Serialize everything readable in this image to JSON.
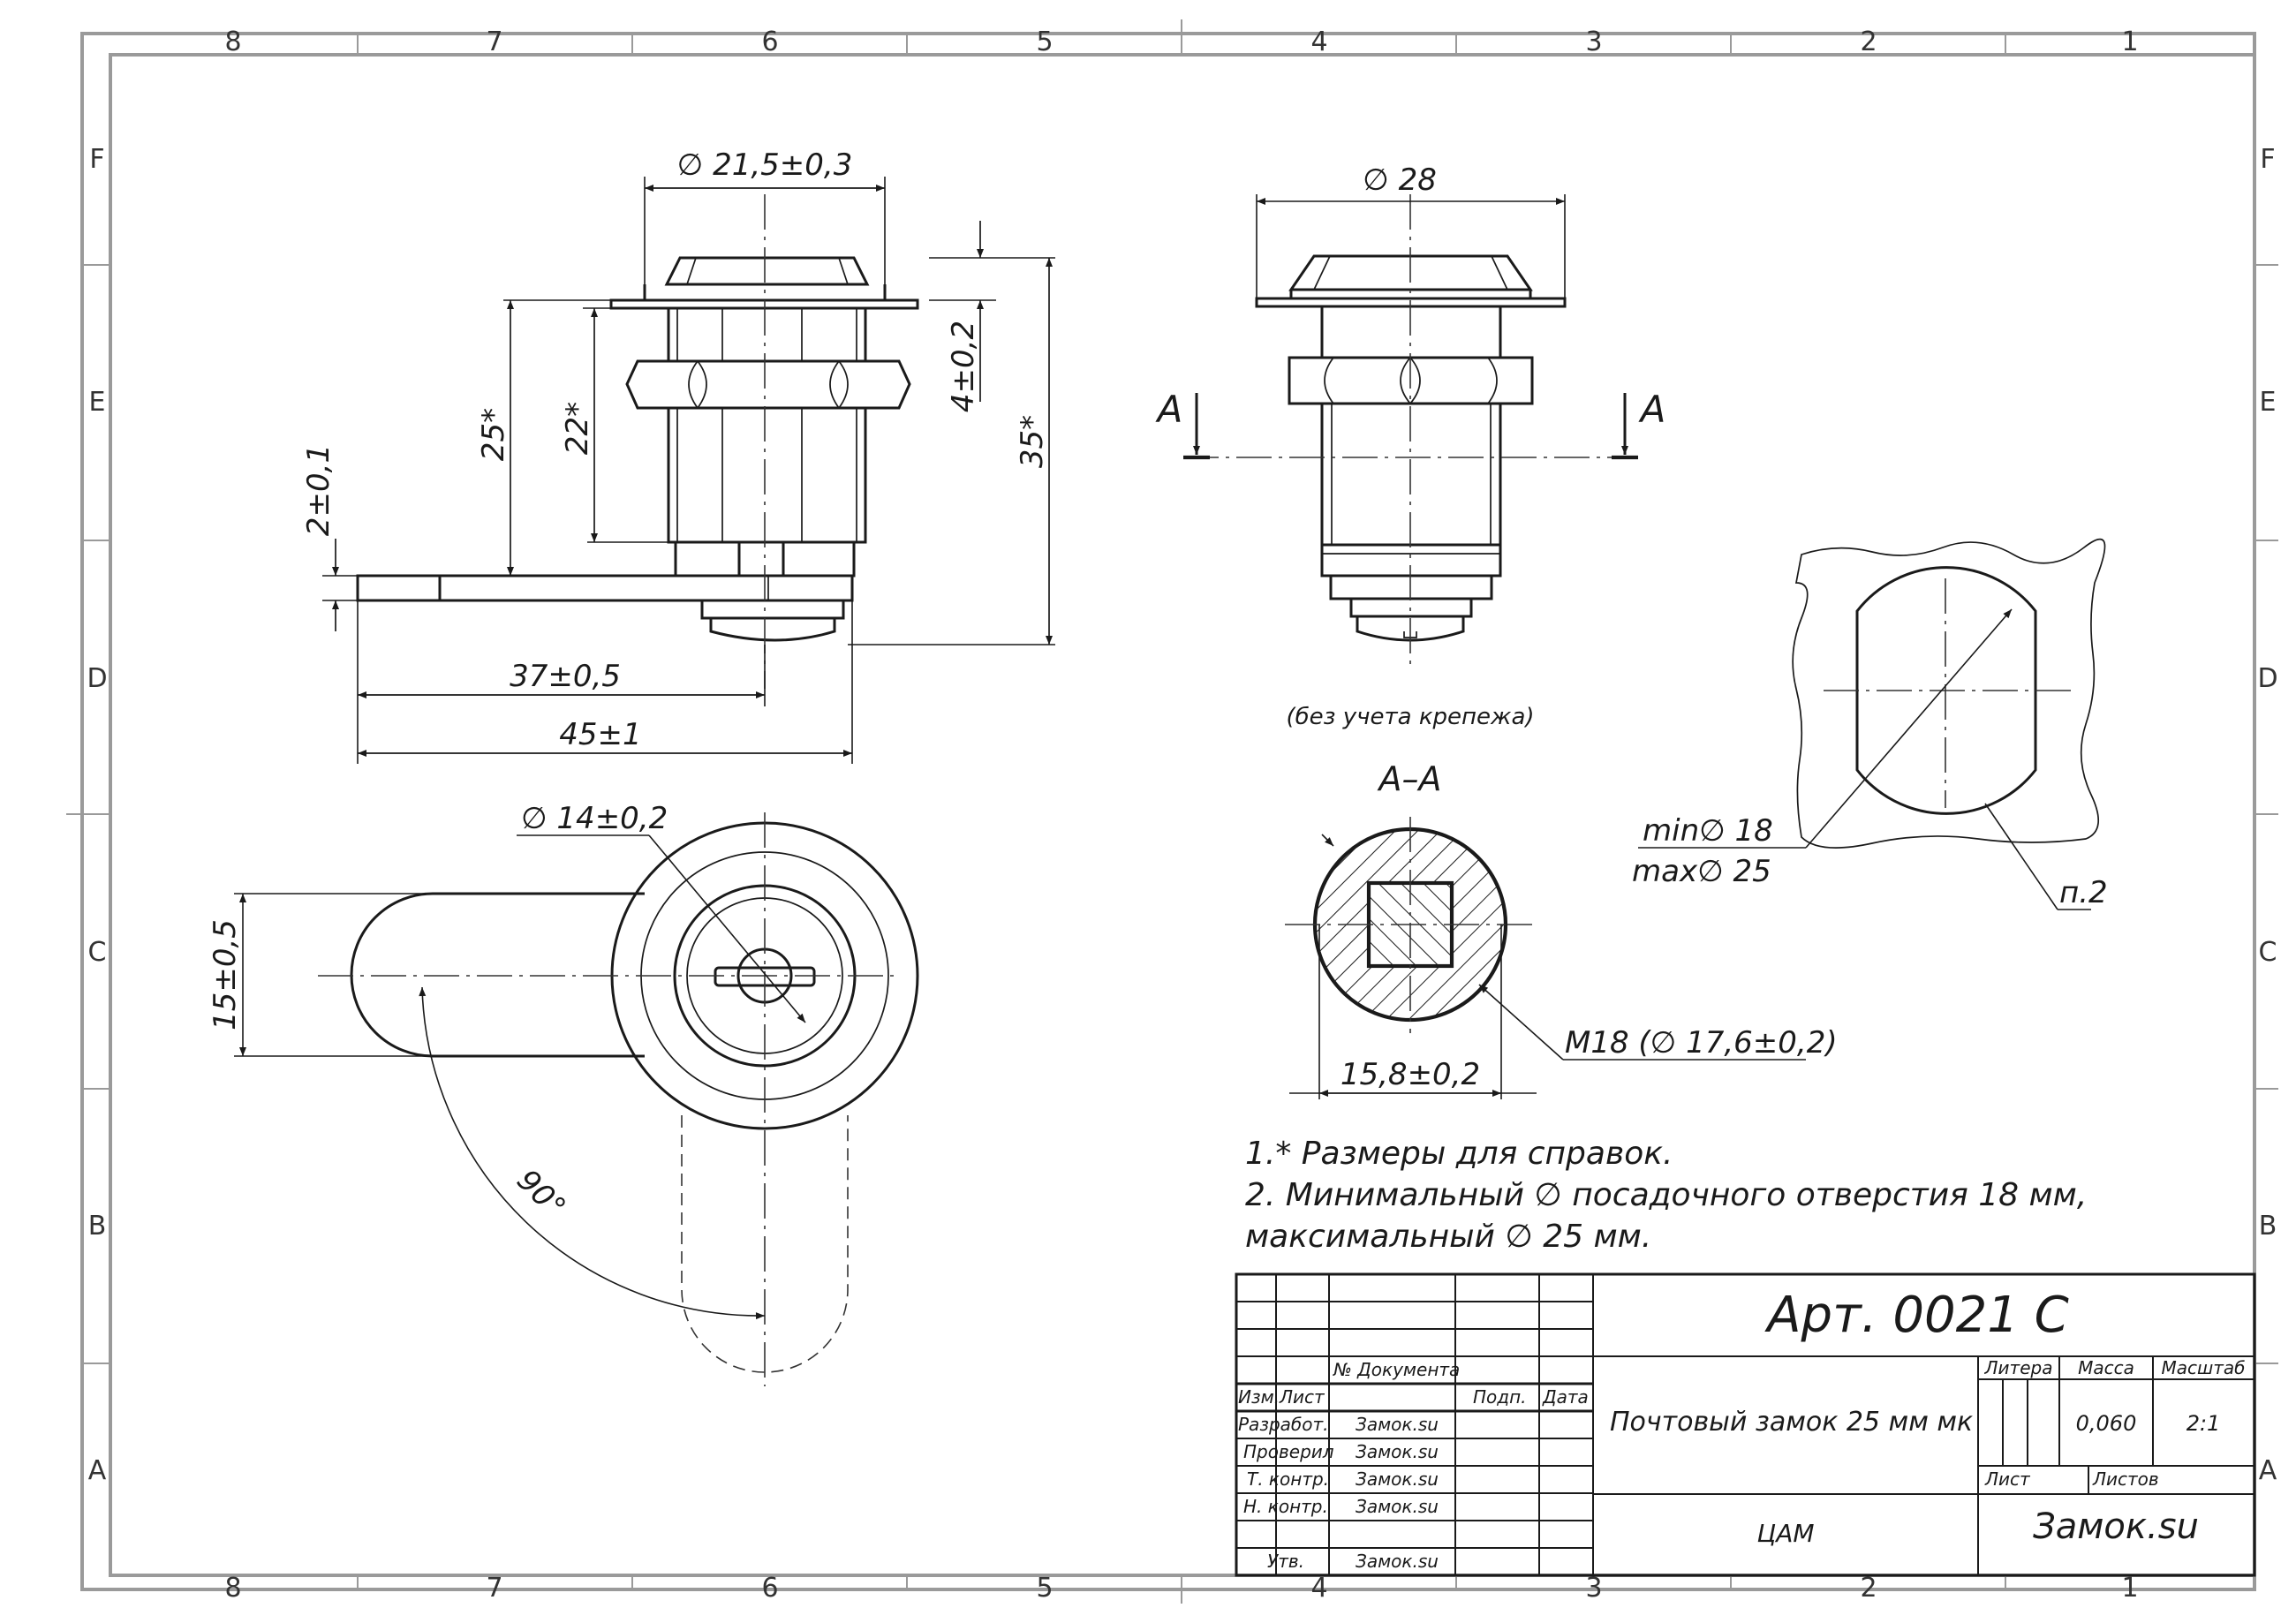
{
  "drawing": {
    "grid": {
      "columns": [
        "8",
        "7",
        "6",
        "5",
        "4",
        "3",
        "2",
        "1"
      ],
      "rows": [
        "F",
        "E",
        "D",
        "C",
        "B",
        "A"
      ]
    },
    "dimensions": {
      "dia_flange": "∅ 21,5±0,3",
      "dia_head": "∅ 28",
      "dim_4": "4±0,2",
      "dim_35": "35*",
      "dim_25": "25*",
      "dim_22": "22*",
      "dim_2": "2±0,1",
      "dim_37": "37±0,5",
      "dim_45": "45±1",
      "dia_key": "∅ 14±0,2",
      "dim_15": "15±0,5",
      "angle_90": "90°",
      "dim_15_8": "15,8±0,2",
      "thread": "M18  (∅ 17,6±0,2)",
      "hole_min": "min∅  18",
      "hole_max": "max∅ 25",
      "note_p2": "п.2"
    },
    "section": {
      "title": "А–А",
      "mark_left": "А",
      "mark_right": "А"
    },
    "caption": "(без учета крепежа)",
    "notes": [
      "1.* Размеры для справок.",
      "2. Минимальный ∅ посадочного отверстия 18 мм,",
      "максимальный  ∅  25 мм."
    ]
  },
  "title_block": {
    "article": "Арт. 0021 С",
    "name": "Почтовый замок 25 мм мк",
    "material": "ЦАМ",
    "company": "Замок.su",
    "headers": {
      "izm": "Изм.",
      "list": "Лист",
      "doc": "№ Документа",
      "sign": "Подп.",
      "date": "Дата",
      "litera": "Литера",
      "mass": "Масса",
      "scale": "Масштаб",
      "sheet": "Лист",
      "sheets": "Листов"
    },
    "mass_value": "0,060",
    "scale_value": "2:1",
    "roles": [
      {
        "role": "Разработ.",
        "name": "Замок.su"
      },
      {
        "role": "Проверил",
        "name": "Замок.su"
      },
      {
        "role": "Т. контр.",
        "name": "Замок.su"
      },
      {
        "role": "Н. контр.",
        "name": "Замок.su"
      },
      {
        "role": "Утв.",
        "name": "Замок.su"
      }
    ]
  }
}
